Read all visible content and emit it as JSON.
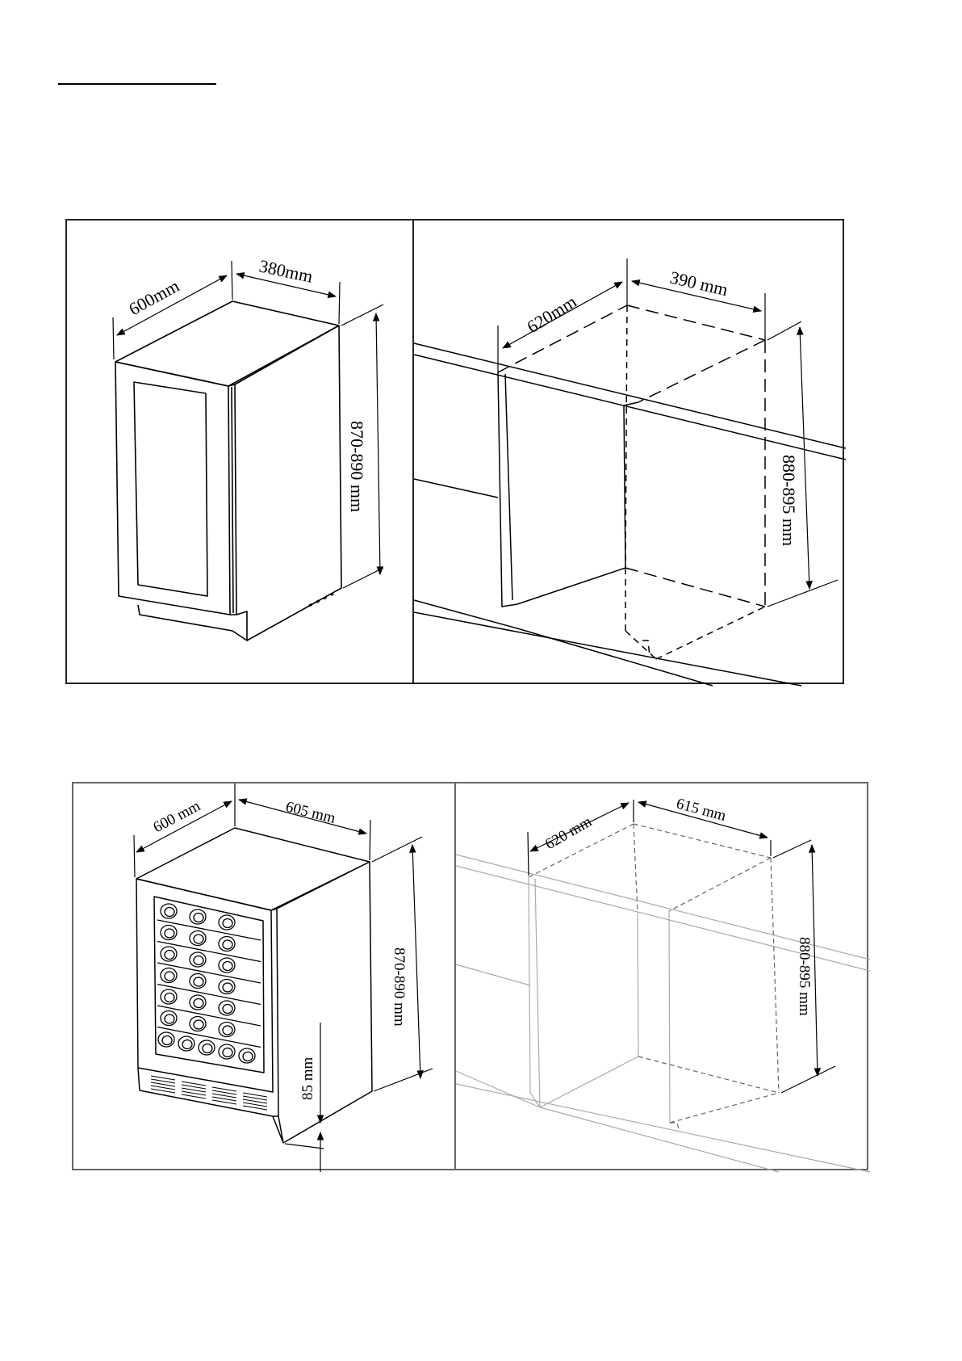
{
  "diagram_1": {
    "appliance": {
      "width": "380mm",
      "depth": "600mm",
      "height": "870-890 mm"
    },
    "cutout": {
      "width": "390 mm",
      "depth": "620mm",
      "height": "880-895 mm"
    }
  },
  "diagram_2": {
    "appliance": {
      "width": "605 mm",
      "depth": "600 mm",
      "height": "870-890 mm",
      "plinth": "85 mm"
    },
    "cutout": {
      "width": "615 mm",
      "depth": "620 mm",
      "height": "880-895 mm"
    }
  }
}
